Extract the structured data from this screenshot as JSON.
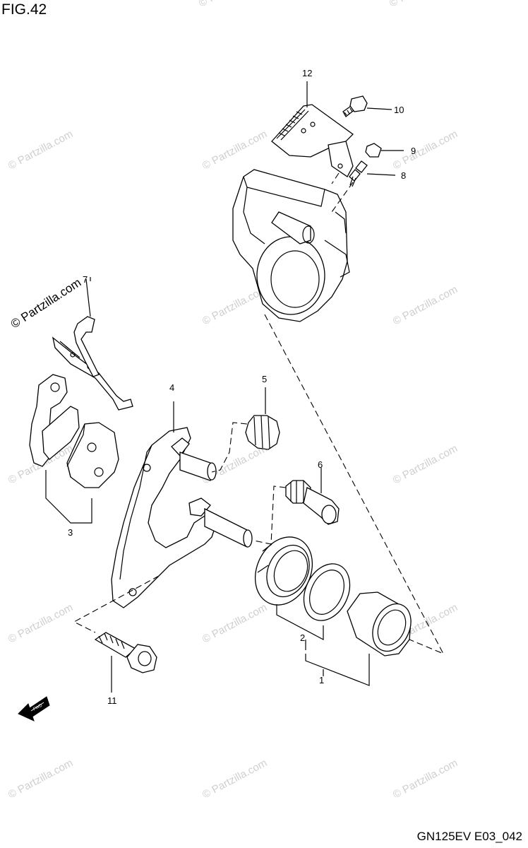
{
  "figure": {
    "title": "FIG.42",
    "code": "GN125EV E03_042"
  },
  "watermark": {
    "text": "© Partzilla.com"
  },
  "callouts": [
    "1",
    "2",
    "3",
    "4",
    "5",
    "6",
    "7",
    "8",
    "9",
    "10",
    "11",
    "12"
  ],
  "fwd_arrow": {
    "text": "FWD"
  }
}
